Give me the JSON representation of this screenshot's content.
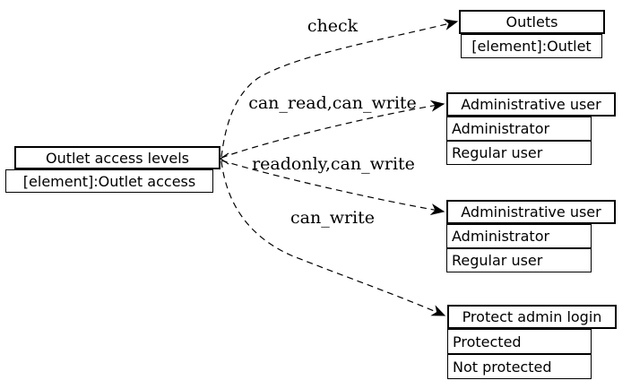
{
  "diagram": {
    "background_color": "#ffffff",
    "stroke_color": "#000000",
    "nodes": {
      "source": {
        "title": "Outlet access levels",
        "subtitle": "[element]:Outlet access"
      },
      "outlets": {
        "title": "Outlets",
        "subtitle": "[element]:Outlet"
      },
      "admin_user_top": {
        "title": "Administrative user",
        "options": [
          "Administrator",
          "Regular user"
        ]
      },
      "admin_user_bottom": {
        "title": "Administrative user",
        "options": [
          "Administrator",
          "Regular user"
        ]
      },
      "protect_admin_login": {
        "title": "Protect admin login",
        "options": [
          "Protected",
          "Not protected"
        ]
      }
    },
    "edges": [
      {
        "label": "check",
        "from": "source",
        "to": "outlets"
      },
      {
        "label": "can_read,can_write",
        "from": "source",
        "to": "admin_user_top"
      },
      {
        "label": "readonly,can_write",
        "from": "source",
        "to": "admin_user_bottom"
      },
      {
        "label": "can_write",
        "from": "source",
        "to": "protect_admin_login"
      }
    ]
  }
}
